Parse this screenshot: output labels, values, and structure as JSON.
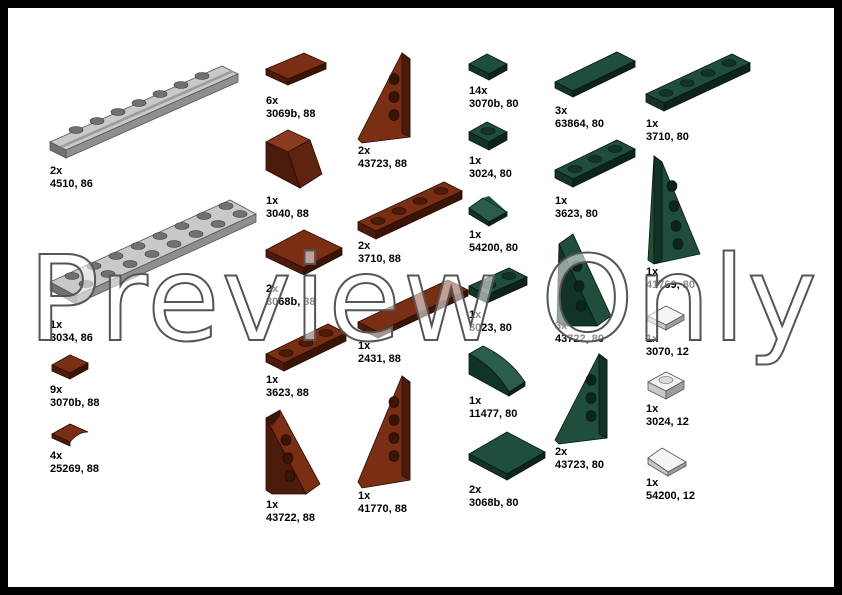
{
  "colors": {
    "grey": "#c7c9cb",
    "grey_side": "#8d8f92",
    "grey_dark": "#6f7174",
    "brown": "#7a2e14",
    "brown_side": "#4d1b0b",
    "brown_dark": "#3a1407",
    "green": "#1f4e3b",
    "green_side": "#123426",
    "green_dark": "#0c2419",
    "white": "#f4f4f4",
    "white_side": "#c9c9c9",
    "white_dark": "#9d9d9d"
  },
  "parts": [
    {
      "qty": "2x",
      "id": "4510, 86",
      "icon": "grey-rail-plate-icon"
    },
    {
      "qty": "1x",
      "id": "3034, 86",
      "icon": "grey-plate-2x8-icon"
    },
    {
      "qty": "9x",
      "id": "3070b, 88",
      "icon": "brown-tile-1x1-icon"
    },
    {
      "qty": "4x",
      "id": "25269, 88",
      "icon": "brown-quarter-tile-icon"
    },
    {
      "qty": "6x",
      "id": "3069b, 88",
      "icon": "brown-tile-1x2-icon"
    },
    {
      "qty": "1x",
      "id": "3040, 88",
      "icon": "brown-slope-icon"
    },
    {
      "qty": "2x",
      "id": "3068b, 88",
      "icon": "brown-tile-2x2-icon"
    },
    {
      "qty": "1x",
      "id": "3623, 88",
      "icon": "brown-plate-1x3-icon"
    },
    {
      "qty": "1x",
      "id": "43722, 88",
      "icon": "brown-wedge-right-icon"
    },
    {
      "qty": "2x",
      "id": "43723, 88",
      "icon": "brown-wedge-left-icon"
    },
    {
      "qty": "2x",
      "id": "3710, 88",
      "icon": "brown-plate-1x4-icon"
    },
    {
      "qty": "1x",
      "id": "2431, 88",
      "icon": "brown-tile-1x4-icon"
    },
    {
      "qty": "1x",
      "id": "41770, 88",
      "icon": "brown-wedge-long-icon"
    },
    {
      "qty": "14x",
      "id": "3070b, 80",
      "icon": "green-tile-1x1-icon"
    },
    {
      "qty": "1x",
      "id": "3024, 80",
      "icon": "green-plate-1x1-icon"
    },
    {
      "qty": "1x",
      "id": "54200, 80",
      "icon": "green-cheese-slope-icon"
    },
    {
      "qty": "1x",
      "id": "3023, 80",
      "icon": "green-plate-1x2-icon"
    },
    {
      "qty": "1x",
      "id": "11477, 80",
      "icon": "green-curved-slope-icon"
    },
    {
      "qty": "2x",
      "id": "3068b, 80",
      "icon": "green-tile-2x2-icon"
    },
    {
      "qty": "3x",
      "id": "63864, 80",
      "icon": "green-tile-1x3-icon"
    },
    {
      "qty": "1x",
      "id": "3623, 80",
      "icon": "green-plate-1x3-icon"
    },
    {
      "qty": "3x",
      "id": "43722, 80",
      "icon": "green-wedge-right-icon"
    },
    {
      "qty": "2x",
      "id": "43723, 80",
      "icon": "green-wedge-left-icon"
    },
    {
      "qty": "1x",
      "id": "3710, 80",
      "icon": "green-plate-1x4-icon"
    },
    {
      "qty": "1x",
      "id": "41769, 80",
      "icon": "green-wedge-long-icon"
    },
    {
      "qty": "1x",
      "id": "3070, 12",
      "icon": "white-tile-1x1-icon"
    },
    {
      "qty": "1x",
      "id": "3024, 12",
      "icon": "white-plate-1x1-icon"
    },
    {
      "qty": "1x",
      "id": "54200, 12",
      "icon": "white-cheese-slope-icon"
    }
  ],
  "watermark": "Preview Only"
}
